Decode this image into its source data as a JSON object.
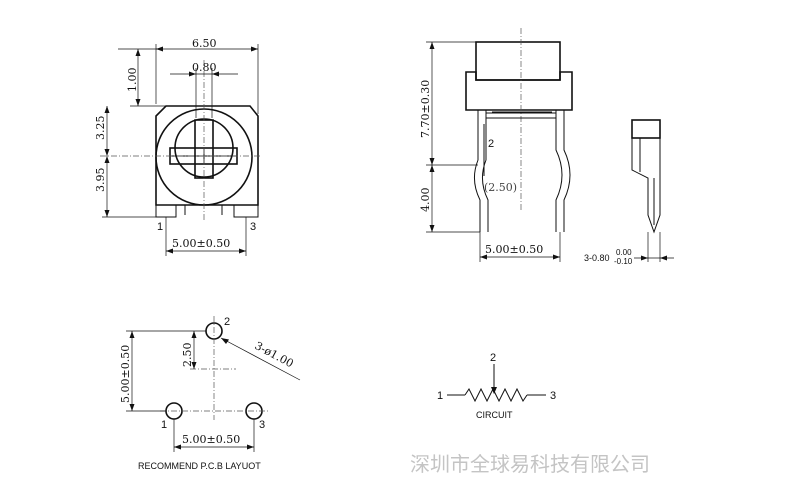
{
  "top_view": {
    "dim_width": "6.50",
    "dim_slot": "0.80",
    "dim_top": "1.00",
    "dim_upper": "3.25",
    "dim_lower": "3.95",
    "dim_pitch": "5.00±0.50",
    "pin1": "1",
    "pin3": "3"
  },
  "side_view": {
    "dim_height": "7.70±0.30",
    "dim_lead": "4.00",
    "dim_ref": "(2.50)",
    "dim_pitch": "5.00±0.50",
    "pin2": "2",
    "lead_spec": "3-0.80",
    "tol_upper": "0.00",
    "tol_lower": "-0.10"
  },
  "pcb": {
    "dim_vertical": "5.00±0.50",
    "dim_half": "2.50",
    "dim_hole": "3-ø1.00",
    "dim_pitch": "5.00±0.50",
    "pin1": "1",
    "pin2": "2",
    "pin3": "3",
    "caption": "RECOMMEND P.C.B LAYUOT"
  },
  "circuit": {
    "pin1": "1",
    "pin2": "2",
    "pin3": "3",
    "caption": "CIRCUIT"
  },
  "watermark": "深圳市全球易科技有限公司"
}
